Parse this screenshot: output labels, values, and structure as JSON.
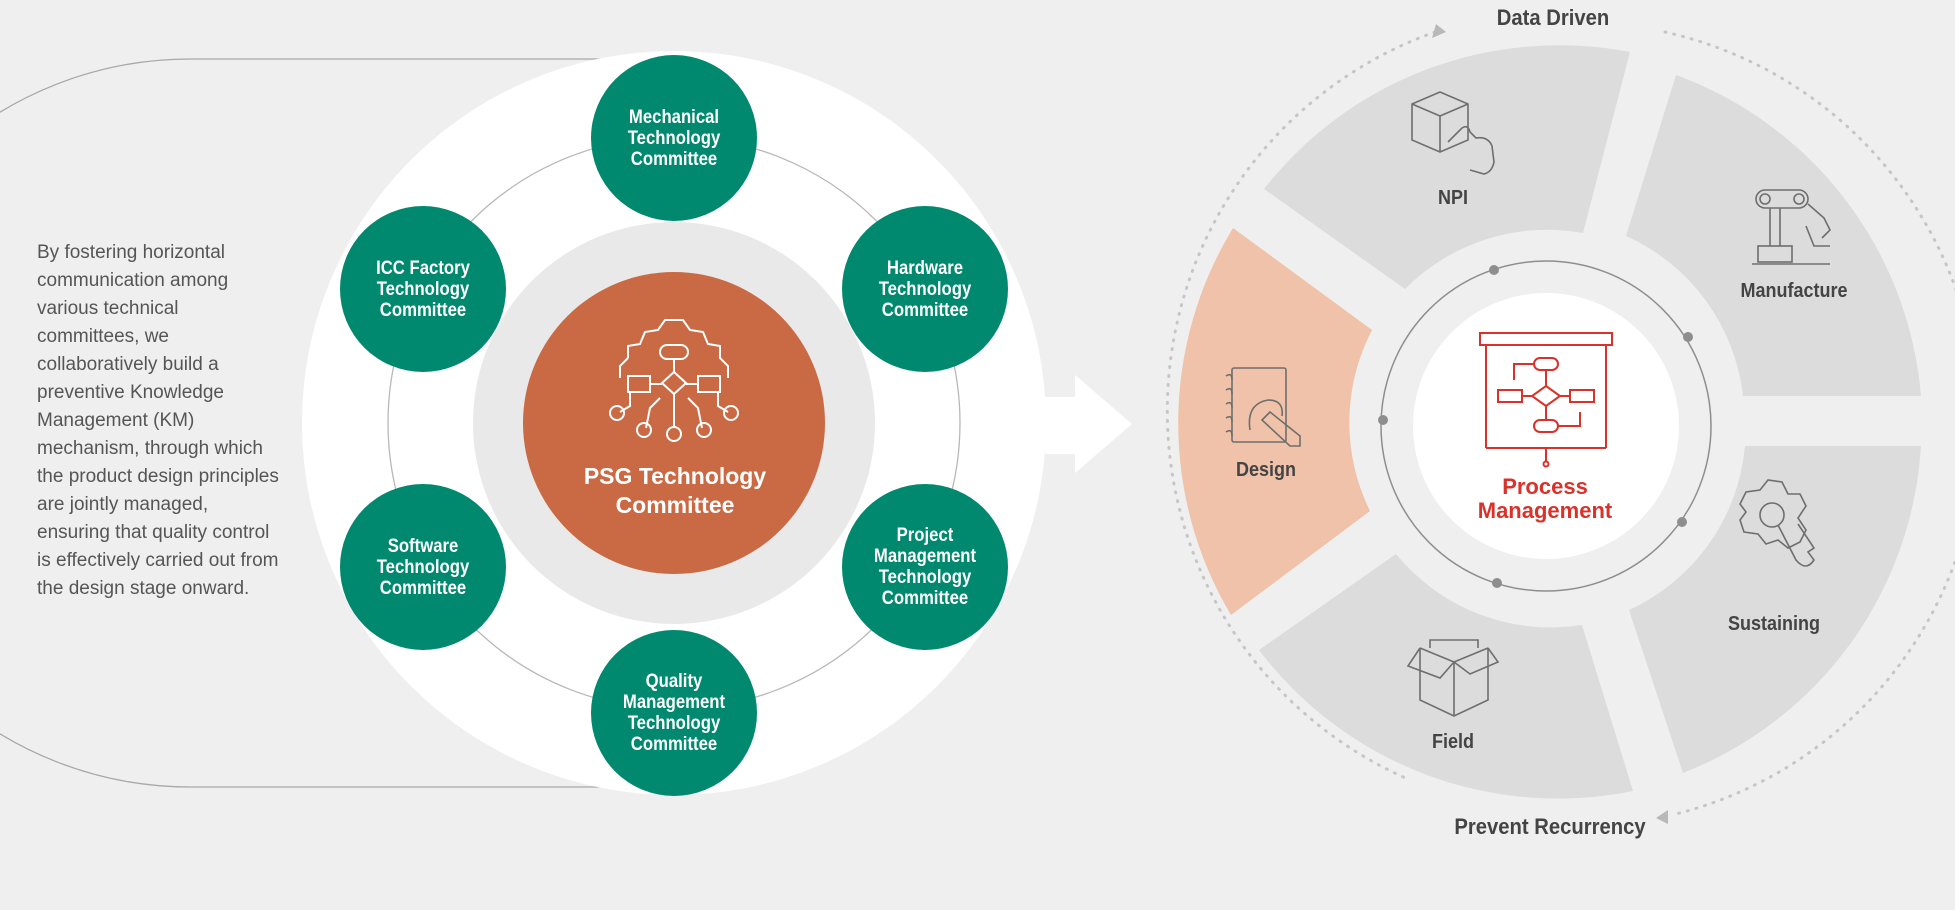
{
  "description": "By fostering horizontal communication among various technical committees, we collaboratively build a preventive Knowledge Management (KM) mechanism, through which the product design principles are jointly managed, ensuring that quality control is effectively carried out from the design stage onward.",
  "left_diagram": {
    "center": {
      "line1": "PSG Technology",
      "line2": "Committee",
      "icon": "flowchart-gear-icon"
    },
    "committees": [
      {
        "id": "mechanical",
        "lines": [
          "Mechanical",
          "Technology",
          "Committee"
        ]
      },
      {
        "id": "hardware",
        "lines": [
          "Hardware",
          "Technology",
          "Committee"
        ]
      },
      {
        "id": "project-management",
        "lines": [
          "Project",
          "Management",
          "Technology",
          "Committee"
        ]
      },
      {
        "id": "quality-management",
        "lines": [
          "Quality",
          "Management",
          "Technology",
          "Committee"
        ]
      },
      {
        "id": "software",
        "lines": [
          "Software",
          "Technology",
          "Committee"
        ]
      },
      {
        "id": "icc-factory",
        "lines": [
          "ICC Factory",
          "Technology",
          "Committee"
        ]
      }
    ]
  },
  "right_diagram": {
    "top_label": "Data Driven",
    "bottom_label": "Prevent Recurrency",
    "center": {
      "line1": "Process",
      "line2": "Management",
      "icon": "flowchart-board-icon"
    },
    "segments": [
      {
        "id": "npi",
        "label": "NPI",
        "icon": "box-hand-icon"
      },
      {
        "id": "manufacture",
        "label": "Manufacture",
        "icon": "robot-arm-icon"
      },
      {
        "id": "sustaining",
        "label": "Sustaining",
        "icon": "gear-wrench-icon"
      },
      {
        "id": "field",
        "label": "Field",
        "icon": "open-box-icon"
      },
      {
        "id": "design",
        "label": "Design",
        "icon": "notebook-pen-icon"
      }
    ],
    "highlighted_segment": "design"
  },
  "colors": {
    "background": "#efefef",
    "committee_green": "#00896e",
    "center_orange": "#c96a44",
    "highlight_peach": "#efc2a9",
    "segment_gray": "#dcdcdc",
    "process_red": "#d8322b"
  }
}
